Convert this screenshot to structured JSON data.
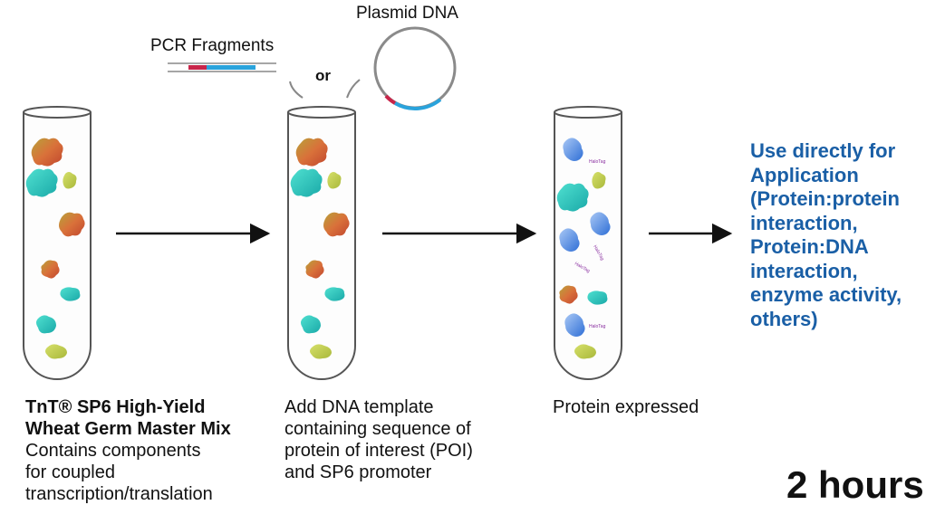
{
  "labels": {
    "pcr_fragments": "PCR Fragments",
    "plasmid_dna": "Plasmid DNA",
    "or": "or"
  },
  "captions": {
    "tube1": {
      "bold_line1": "TnT® SP6 High-Yield",
      "bold_line2": "Wheat Germ Master Mix",
      "line3": "Contains components",
      "line4": "for coupled",
      "line5": "transcription/translation"
    },
    "tube2": {
      "line1": "Add DNA template",
      "line2": "containing sequence of",
      "line3": "protein of interest (POI)",
      "line4": "and SP6 promoter"
    },
    "tube3": {
      "line1": "Protein expressed"
    }
  },
  "application": {
    "lines": [
      "Use directly for",
      "Application",
      "(Protein:protein",
      "interaction,",
      "Protein:DNA",
      "interaction,",
      "enzyme activity,",
      "others)"
    ]
  },
  "time": "2 hours",
  "tag_label": "HaloTag",
  "colors": {
    "application_text": "#1a5fa6",
    "dna_red": "#c8254a",
    "dna_blue": "#2aa3dc",
    "tube_outline": "#555555",
    "arrow": "#111111"
  }
}
